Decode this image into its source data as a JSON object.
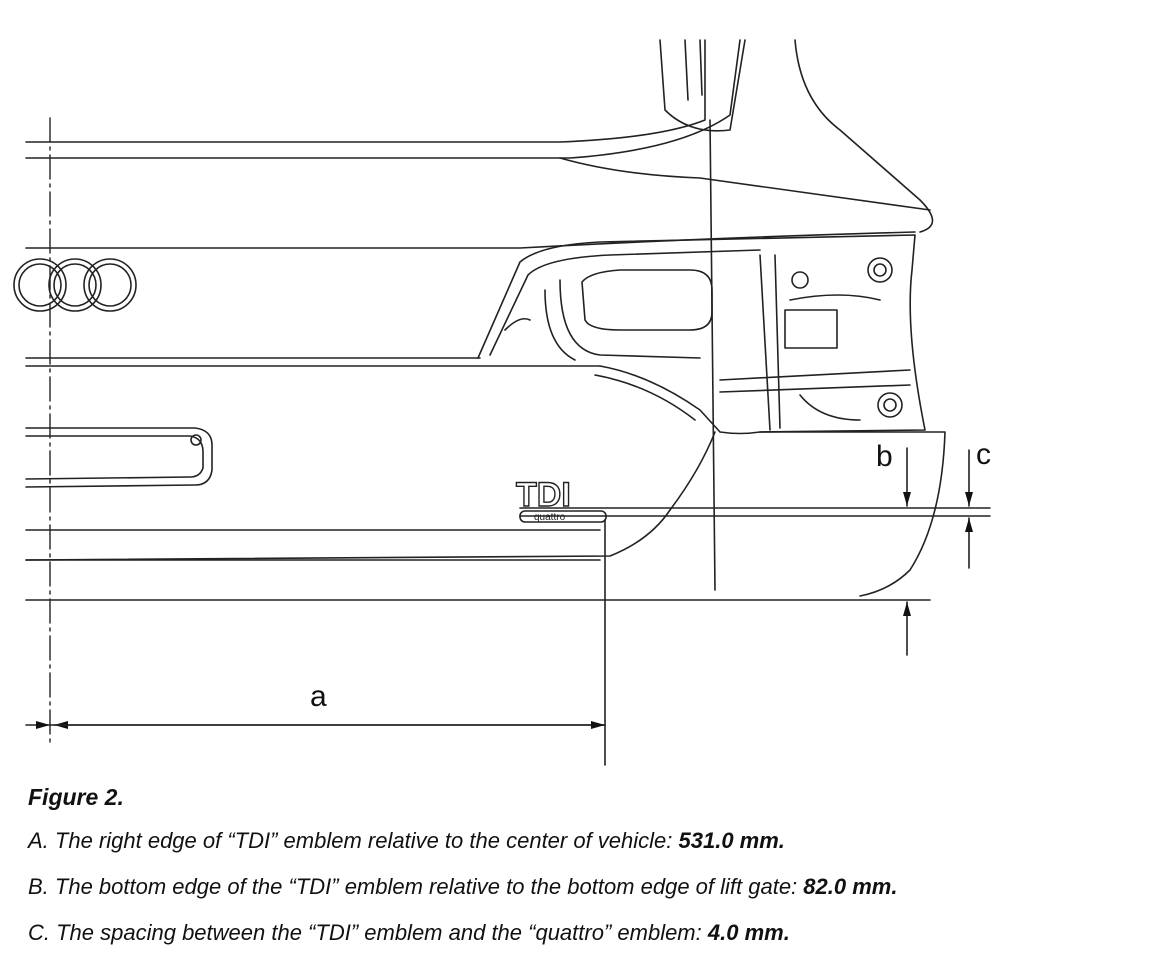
{
  "diagram": {
    "labels": {
      "a": "a",
      "b": "b",
      "c": "c"
    },
    "emblems": {
      "tdi": "TDI",
      "quattro": "quattro"
    }
  },
  "caption": {
    "title": "Figure 2.",
    "items": [
      {
        "text": "A. The right edge of “TDI” emblem relative to the center of vehicle: ",
        "value": "531.0 mm."
      },
      {
        "text": "B. The bottom edge of the “TDI” emblem relative to the bottom edge of lift gate: ",
        "value": "82.0 mm."
      },
      {
        "text": "C. The spacing between the “TDI” emblem and the “quattro” emblem: ",
        "value": "4.0 mm."
      }
    ]
  }
}
